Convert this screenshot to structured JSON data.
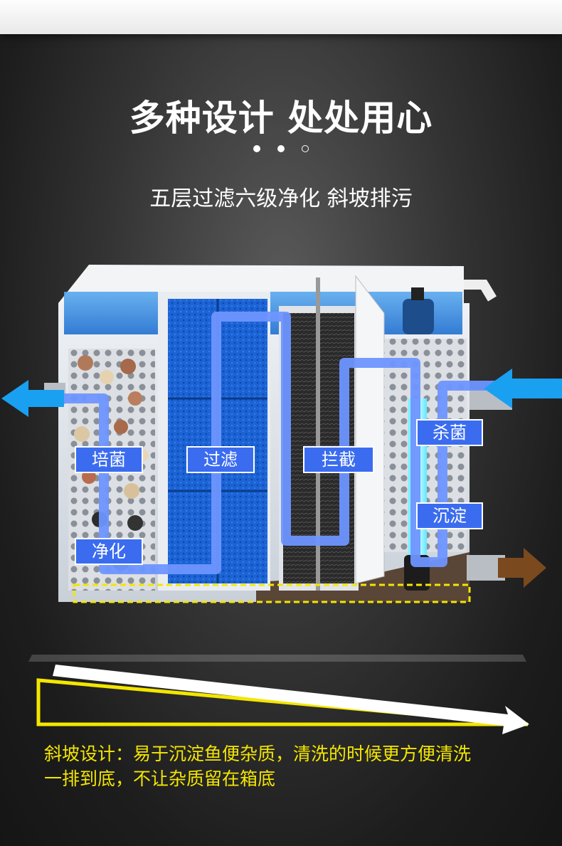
{
  "heading": {
    "title": "多种设计 处处用心",
    "subtitle": "五层过滤六级净化 斜坡排污"
  },
  "labels": {
    "culture": "培菌",
    "filter": "过滤",
    "intercept": "拦截",
    "sterilize": "杀菌",
    "settle": "沉淀",
    "purify": "净化"
  },
  "caption": {
    "line1": "斜坡设计：易于沉淀鱼便杂质，清洗的时候更方便清洗",
    "line2": "一排到底，不让杂质留在箱底"
  },
  "colors": {
    "water": "#1f6fd0",
    "flow_path": "#6e95ff",
    "label_bg": "#3b6cf0",
    "caption": "#f4e600",
    "inlet_arrow": "#1aa0f0",
    "outlet_arrow": "#7a4a1e"
  }
}
